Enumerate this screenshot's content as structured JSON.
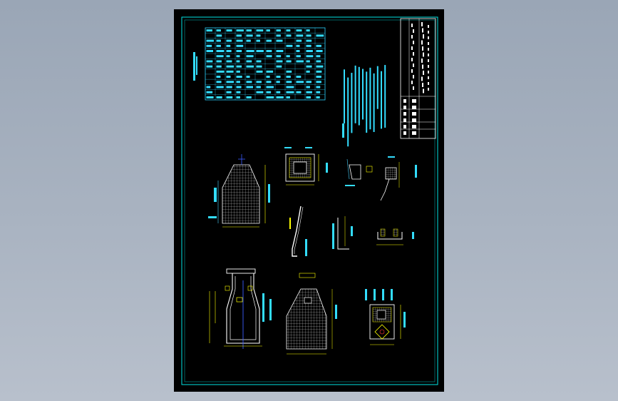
{
  "viewer": {
    "background": "#a3adbb",
    "sheet_color": "#000000"
  },
  "drawing": {
    "line_colors": {
      "frame": "#00e5e5",
      "detail": "#4ad3ff",
      "dimension": "#ffff00",
      "hatch": "#ffffff",
      "annotation": "#00bfff",
      "axis": "#3a5cff"
    },
    "views": [
      "reinforcement-schedule-table",
      "general-notes",
      "title-block",
      "elevation-view-hatched",
      "plan-section-view",
      "bar-detail-a",
      "bar-detail-b",
      "bent-bar-detail",
      "stirrup-detail",
      "anchor-detail",
      "cross-section-view",
      "elevation-view-front",
      "node-detail-view"
    ]
  }
}
